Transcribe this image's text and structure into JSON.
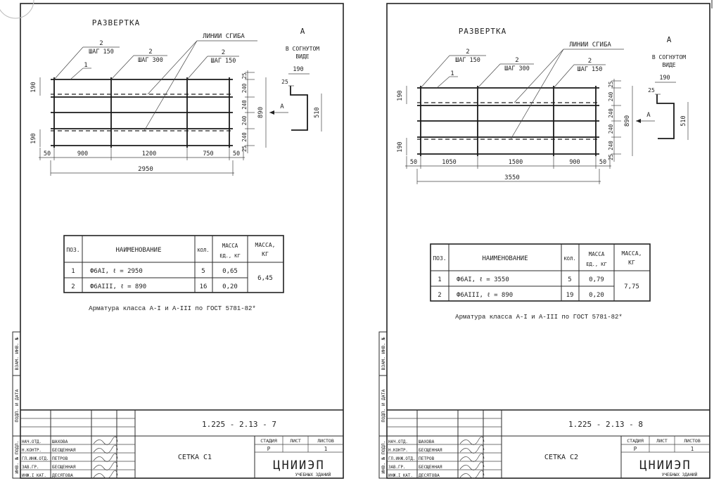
{
  "sheets": [
    {
      "title": "РАЗВЕРТКА",
      "bend_label": "ЛИНИИ СГИБА",
      "view_label": "А",
      "view_caption_1": "В СОГНУТОМ",
      "view_caption_2": "ВИДЕ",
      "leaders": [
        {
          "count": "2",
          "step": "ШАГ 150"
        },
        {
          "count": "2",
          "step": "ШАГ 300"
        },
        {
          "count": "2",
          "step": "ШАГ 150"
        }
      ],
      "pos_label": "1",
      "dims": {
        "left_top": "190",
        "left_bottom": "190",
        "bottom": [
          "50",
          "900",
          "1200",
          "750",
          "50"
        ],
        "total": "2950",
        "right": [
          "25",
          "240",
          "240",
          "240",
          "240",
          "25"
        ],
        "height": "890",
        "arrow": "А",
        "sec_width": "190",
        "sec_lip": "25",
        "sec_height": "510"
      },
      "table": {
        "headers": [
          "ПОЗ.",
          "НАИМЕНОВАНИЕ",
          "КОЛ.",
          "МАССА ЕД., КГ",
          "МАССА, КГ"
        ],
        "header_mass_unit_1": "МАССА",
        "header_mass_unit_2": "ЕД., КГ",
        "header_mass_1": "МАССА,",
        "header_mass_2": "КГ",
        "rows": [
          {
            "pos": "1",
            "name": "Ф6АI, ℓ = 2950",
            "qty": "5",
            "unit_mass": "0,65"
          },
          {
            "pos": "2",
            "name": "Ф6АIII, ℓ = 890",
            "qty": "16",
            "unit_mass": "0,20"
          }
        ],
        "total_mass": "6,45"
      },
      "note": "Арматура класса А-I и А-III по ГОСТ 5781-82*",
      "stamp": {
        "code": "1.225 - 2.13 - 7",
        "name": "СЕТКА С1",
        "stage_headers": [
          "СТАДИЯ",
          "ЛИСТ",
          "ЛИСТОВ"
        ],
        "stage": "Р",
        "sheet": "",
        "sheets": "1",
        "org": "ЦНИИЭП",
        "org_sub": "УЧЕБНЫХ ЗДАНИЙ",
        "staff": [
          {
            "role": "НАЧ.ОТД.",
            "name": "ШАХОВА"
          },
          {
            "role": "Н.КОНТР.",
            "name": "БЕСЩЕННАЯ"
          },
          {
            "role": "ГЛ.ИНЖ.ОТД.",
            "name": "ПЕТРОВ"
          },
          {
            "role": "ЗАВ.ГР.",
            "name": "БЕСЩЕННАЯ"
          },
          {
            "role": "ИНЖ.I КАТ.",
            "name": "ДЕСЯТОВА"
          }
        ]
      },
      "side": [
        "ВЗАМ. ИНВ. №",
        "ПОДП. И ДАТА",
        "ИНВ. № ПОДЛ."
      ]
    },
    {
      "title": "РАЗВЕРТКА",
      "bend_label": "ЛИНИИ СГИБА",
      "view_label": "А",
      "view_caption_1": "В СОГНУТОМ",
      "view_caption_2": "ВИДЕ",
      "leaders": [
        {
          "count": "2",
          "step": "ШАГ 150"
        },
        {
          "count": "2",
          "step": "ШАГ 300"
        },
        {
          "count": "2",
          "step": "ШАГ 150"
        }
      ],
      "pos_label": "1",
      "dims": {
        "left_top": "190",
        "left_bottom": "190",
        "bottom": [
          "50",
          "1050",
          "1500",
          "900",
          "50"
        ],
        "total": "3550",
        "right": [
          "25",
          "240",
          "240",
          "240",
          "240",
          "25"
        ],
        "height": "890",
        "arrow": "А",
        "sec_width": "190",
        "sec_lip": "25",
        "sec_height": "510"
      },
      "table": {
        "headers": [
          "ПОЗ.",
          "НАИМЕНОВАНИЕ",
          "КОЛ.",
          "МАССА ЕД., КГ",
          "МАССА, КГ"
        ],
        "header_mass_unit_1": "МАССА",
        "header_mass_unit_2": "ЕД., КГ",
        "header_mass_1": "МАССА,",
        "header_mass_2": "КГ",
        "rows": [
          {
            "pos": "1",
            "name": "Ф6АI, ℓ = 3550",
            "qty": "5",
            "unit_mass": "0,79"
          },
          {
            "pos": "2",
            "name": "Ф6АIII, ℓ = 890",
            "qty": "19",
            "unit_mass": "0,20"
          }
        ],
        "total_mass": "7,75"
      },
      "note": "Арматура класса А-I и А-III по ГОСТ 5781-82*",
      "stamp": {
        "code": "1.225 - 2.13 - 8",
        "name": "СЕТКА С2",
        "stage_headers": [
          "СТАДИЯ",
          "ЛИСТ",
          "ЛИСТОВ"
        ],
        "stage": "Р",
        "sheet": "",
        "sheets": "1",
        "org": "ЦНИИЭП",
        "org_sub": "УЧЕБНЫХ ЗДАНИЙ",
        "staff": [
          {
            "role": "НАЧ.ОТД.",
            "name": "ШАХОВА"
          },
          {
            "role": "Н.КОНТР.",
            "name": "БЕСЩЕННАЯ"
          },
          {
            "role": "ГЛ.ИНЖ.ОТД.",
            "name": "ПЕТРОВ"
          },
          {
            "role": "ЗАВ.ГР.",
            "name": "БЕСЩЕННАЯ"
          },
          {
            "role": "ИНЖ.I КАТ.",
            "name": "ДЕСЯТОВА"
          }
        ]
      },
      "side": [
        "ВЗАМ. ИНВ. №",
        "ПОДП. И ДАТА",
        "ИНВ. № ПОДЛ."
      ]
    }
  ]
}
